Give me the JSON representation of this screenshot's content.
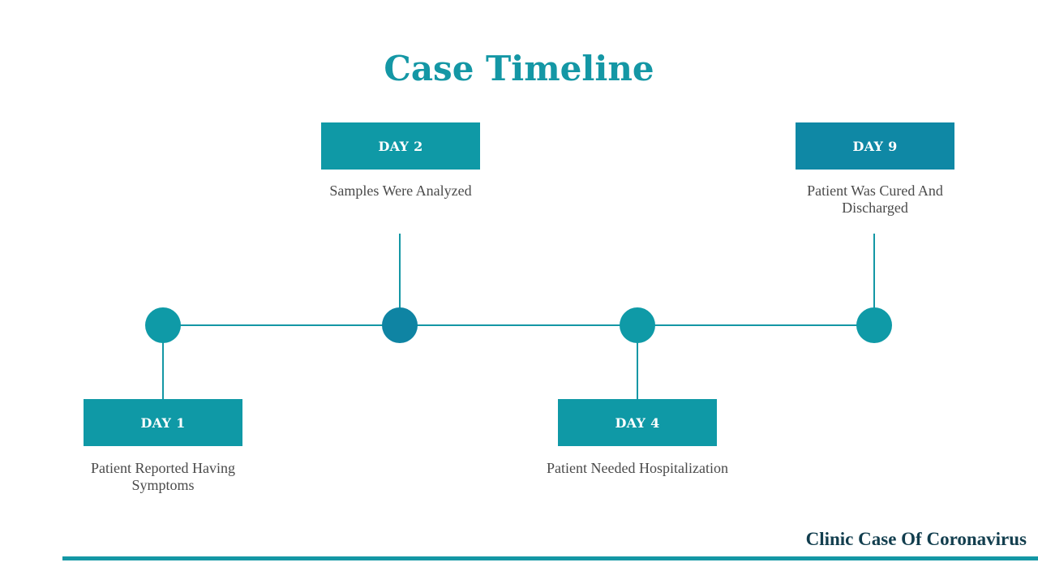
{
  "title": "Case Timeline",
  "events": [
    {
      "day": "DAY 1",
      "description": "Patient Reported Having Symptoms",
      "position": "below"
    },
    {
      "day": "DAY 2",
      "description": "Samples Were Analyzed",
      "position": "above"
    },
    {
      "day": "DAY 4",
      "description": "Patient Needed Hospitalization",
      "position": "below"
    },
    {
      "day": "DAY 9",
      "description": "Patient Was Cured And Discharged",
      "position": "above"
    }
  ],
  "footer": "Clinic Case Of Coronavirus",
  "colors": {
    "accent": "#1497a5",
    "accent_alt": "#0f84a3",
    "footer_text": "#123e4e",
    "body_text": "#4a4a4a"
  }
}
